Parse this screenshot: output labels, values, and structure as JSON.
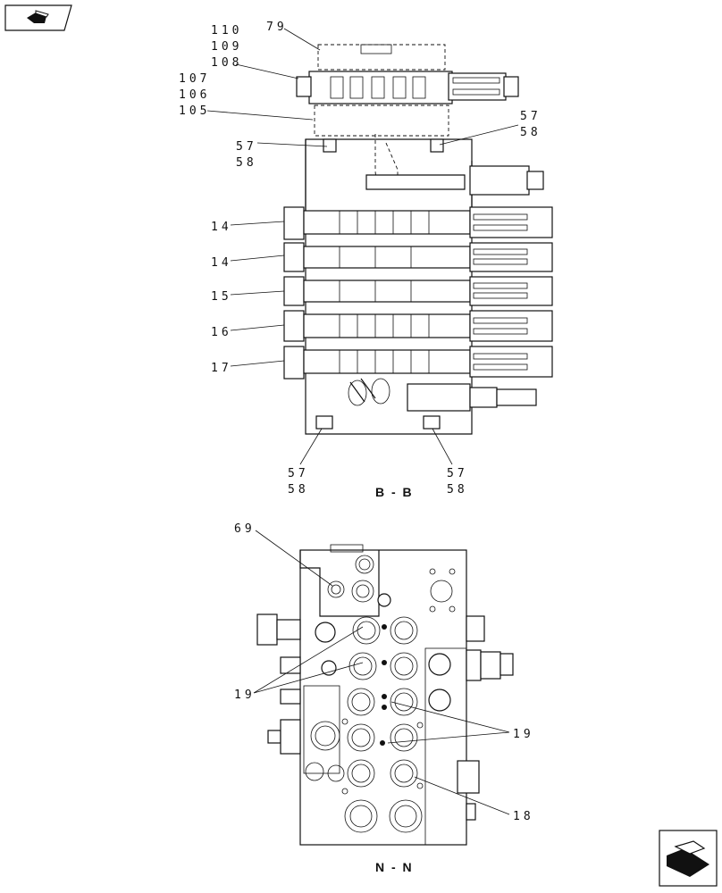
{
  "nav": {
    "top_icon": "navigate-back-icon",
    "bottom_icon": "navigate-next-icon"
  },
  "view_bb": {
    "caption": "B - B",
    "labels": {
      "p79": "79",
      "p110": "110",
      "p109": "109",
      "p108": "108",
      "p107": "107",
      "p106": "106",
      "p105": "105",
      "p57a": "57",
      "p58a": "58",
      "p57b": "57",
      "p58b": "58",
      "p14a": "14",
      "p14b": "14",
      "p15": "15",
      "p16": "16",
      "p17": "17",
      "p57c": "57",
      "p58c": "58",
      "p57d": "57",
      "p58d": "58"
    }
  },
  "view_nn": {
    "caption": "N - N",
    "labels": {
      "p69": "69",
      "p19a": "19",
      "p19b": "19",
      "p18": "18"
    }
  }
}
